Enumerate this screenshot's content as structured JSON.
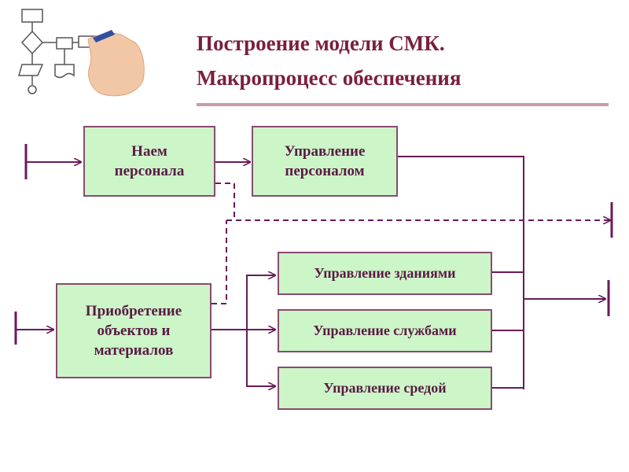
{
  "title": {
    "line1": "Построение модели СМК.",
    "line2": "Макропроцесс обеспечения"
  },
  "boxes": {
    "hiring": "Наем\nперсонала",
    "personnel": "Управление\nперсоналом",
    "procurement": "Приобретение\nобъектов и\nматериалов",
    "buildings": "Управление зданиями",
    "services": "Управление службами",
    "environment": "Управление средой"
  },
  "colors": {
    "title": "#7a1f3d",
    "box_fill": "#ccf5c8",
    "box_border": "#8a4a70",
    "box_text": "#5a1a45",
    "connector": "#6a1a5a",
    "rule": "#c99aa9"
  }
}
